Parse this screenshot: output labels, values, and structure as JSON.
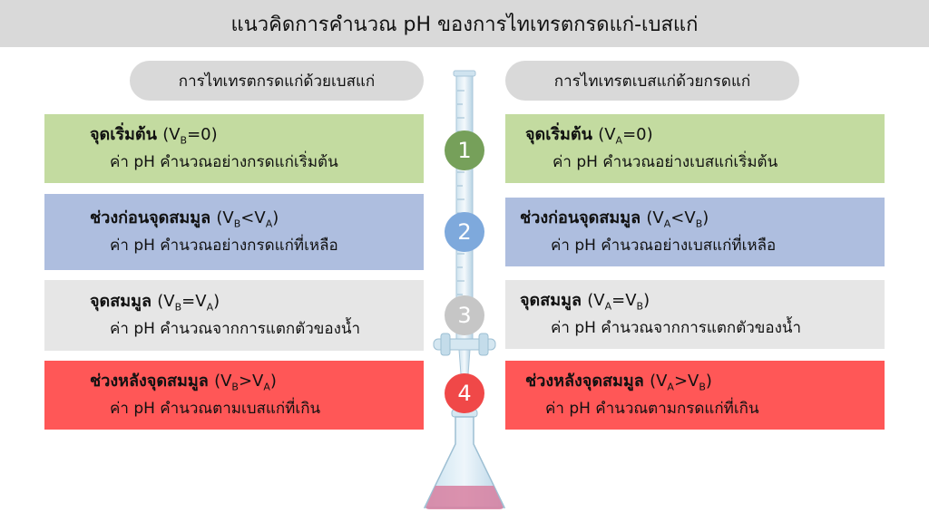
{
  "title": "แนวคิดการคำนวณ pH ของการไทเทรตกรดแก่-เบสแก่",
  "left": {
    "header": "การไทเทรตกรดแก่ด้วยเบสแก่",
    "steps": [
      {
        "head": "จุดเริ่มต้น",
        "cond_pre": "(V",
        "cond_sub1": "B",
        "cond_mid": "=0)",
        "cond_sub2": "",
        "cond_post": "",
        "desc": "ค่า pH คำนวณอย่างกรดแก่เริ่มต้น"
      },
      {
        "head": "ช่วงก่อนจุดสมมูล",
        "cond_pre": "(V",
        "cond_sub1": "B",
        "cond_mid": "<V",
        "cond_sub2": "A",
        "cond_post": ")",
        "desc": "ค่า pH คำนวณอย่างกรดแก่ที่เหลือ"
      },
      {
        "head": "จุดสมมูล",
        "cond_pre": "(V",
        "cond_sub1": "B",
        "cond_mid": "=V",
        "cond_sub2": "A",
        "cond_post": ")",
        "desc": "ค่า pH คำนวณจากการแตกตัวของน้ำ"
      },
      {
        "head": "ช่วงหลังจุดสมมูล",
        "cond_pre": "(V",
        "cond_sub1": "B",
        "cond_mid": ">V",
        "cond_sub2": "A",
        "cond_post": ")",
        "desc": "ค่า pH คำนวณตามเบสแก่ที่เกิน"
      }
    ]
  },
  "right": {
    "header": "การไทเทรตเบสแก่ด้วยกรดแก่",
    "steps": [
      {
        "head": "จุดเริ่มต้น",
        "cond_pre": "(V",
        "cond_sub1": "A",
        "cond_mid": "=0)",
        "cond_sub2": "",
        "cond_post": "",
        "desc": "ค่า pH คำนวณอย่างเบสแก่เริ่มต้น"
      },
      {
        "head": "ช่วงก่อนจุดสมมูล",
        "cond_pre": "(V",
        "cond_sub1": "A",
        "cond_mid": "<V",
        "cond_sub2": "B",
        "cond_post": ")",
        "desc": "ค่า pH คำนวณอย่างเบสแก่ที่เหลือ"
      },
      {
        "head": "จุดสมมูล",
        "cond_pre": "(V",
        "cond_sub1": "A",
        "cond_mid": "=V",
        "cond_sub2": "B",
        "cond_post": ")",
        "desc": "ค่า pH คำนวณจากการแตกตัวของน้ำ"
      },
      {
        "head": "ช่วงหลังจุดสมมูล",
        "cond_pre": "(V",
        "cond_sub1": "A",
        "cond_mid": ">V",
        "cond_sub2": "B",
        "cond_post": ")",
        "desc": "ค่า pH คำนวณตามกรดแก่ที่เกิน"
      }
    ]
  },
  "numbers": [
    "1",
    "2",
    "3",
    "4"
  ],
  "colors": {
    "step1": "#c3dba0",
    "step2": "#aebedf",
    "step3": "#e6e6e6",
    "step4": "#ff5757",
    "num1": "#76a05a",
    "num2": "#7ea9dc",
    "num3": "#c6c6c6",
    "num4": "#f04848"
  },
  "icons": [
    "burette-icon",
    "erlenmeyer-flask-icon"
  ]
}
